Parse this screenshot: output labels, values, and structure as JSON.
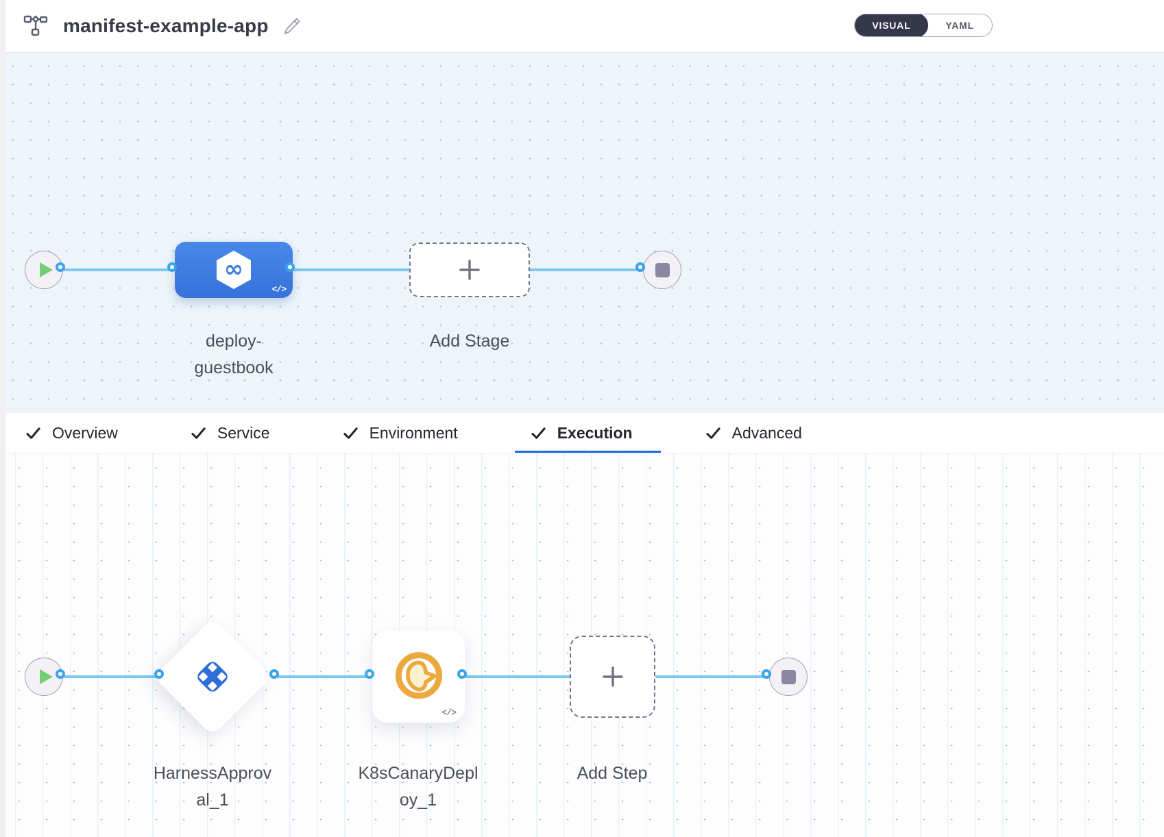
{
  "header": {
    "title": "manifest-example-app",
    "view_toggle": {
      "options": [
        {
          "label": "VISUAL"
        },
        {
          "label": "YAML"
        }
      ],
      "active": "VISUAL"
    }
  },
  "tabs": [
    {
      "label": "Overview",
      "checked": true,
      "active": false
    },
    {
      "label": "Service",
      "checked": true,
      "active": false
    },
    {
      "label": "Environment",
      "checked": true,
      "active": false
    },
    {
      "label": "Execution",
      "checked": true,
      "active": true
    },
    {
      "label": "Advanced",
      "checked": true,
      "active": false
    }
  ],
  "stage_canvas": {
    "stages": [
      {
        "name_lines": [
          "deploy-",
          "guestbook"
        ],
        "icon": "cd-hexagon-infinity-icon",
        "badge": "</>",
        "infinity_glyph": "∞"
      }
    ],
    "add_stage_label": "Add Stage"
  },
  "execution_canvas": {
    "steps": [
      {
        "name_lines": [
          "HarnessApprov",
          "al_1"
        ],
        "icon": "approval-diamond-icon",
        "shape": "diamond"
      },
      {
        "name_lines": [
          "K8sCanaryDepl",
          "oy_1"
        ],
        "icon": "canary-bird-icon",
        "badge": "</>",
        "shape": "square"
      }
    ],
    "add_step_label": "Add Step"
  },
  "colors": {
    "accent_blue": "#1a6ae3",
    "connector_blue": "#79c7f2",
    "stage_node_blue": "#3f7de0",
    "approval_icon_blue": "#2d6fd8",
    "canary_orange": "#eca93f",
    "play_green": "#74ce74",
    "stage_canvas_bg": "#edf5fa"
  }
}
